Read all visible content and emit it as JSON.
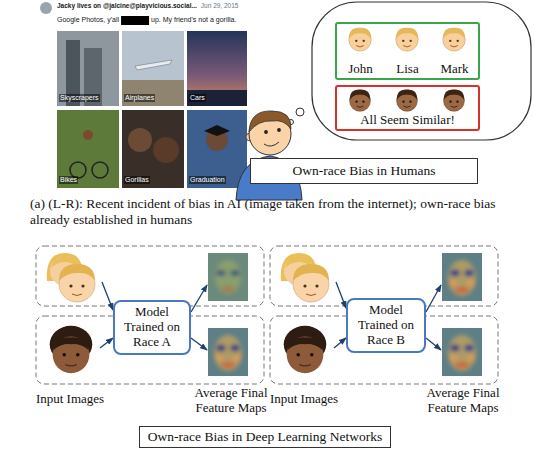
{
  "diagram": {
    "caption": "(a) (L-R): Recent incident of bias in AI (image taken from the internet); own-race bias already established in humans",
    "nodes": [
      {
        "text": [
          "John",
          "Lisa",
          "Mark"
        ]
      },
      {
        "text": [
          "All Seem Similar!"
        ]
      },
      {
        "text": [
          "Own-race Bias in Humans"
        ]
      },
      {
        "text": [
          "Model Trained on Race A"
        ]
      },
      {
        "text": [
          "Model Trained on Race B"
        ]
      },
      {
        "text": [
          "Own-race Bias in Deep Learning Networks"
        ]
      }
    ],
    "labels": [
      "Jacky lives on @jalcine@playvicious.social...",
      "Jun 29, 2015",
      "Google Photos, y'all",
      "up. My friend's not a gorilla.",
      "Skyscrapers",
      "Airplanes",
      "Cars",
      "Bikes",
      "Gorillas",
      "Graduation",
      "Input Images",
      "Average Final Feature Maps",
      "Input Images",
      "Average Final Feature Maps"
    ]
  }
}
